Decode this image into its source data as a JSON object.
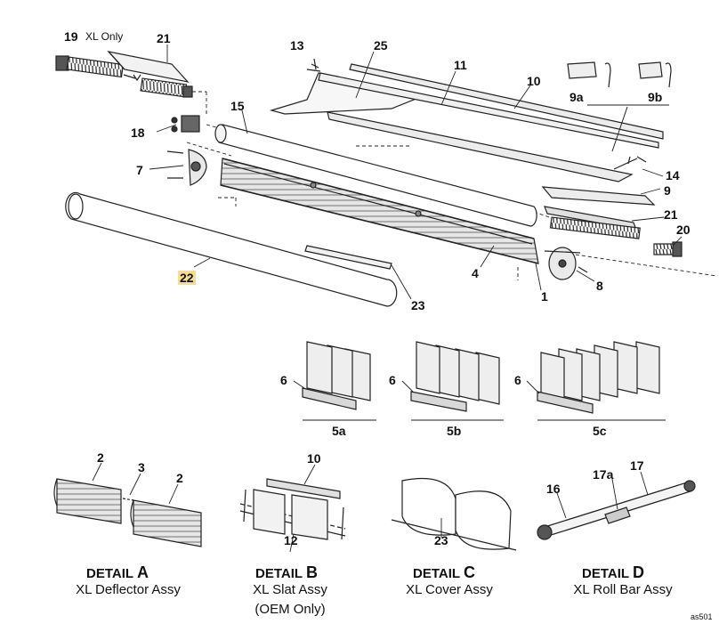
{
  "drawing_code": "as501",
  "highlight_color": "#f6de8c",
  "callouts": {
    "p19": "19",
    "p19_note": "XL Only",
    "p21_top": "21",
    "p13": "13",
    "p25": "25",
    "p11": "11",
    "p10": "10",
    "p9a": "9a",
    "p9b": "9b",
    "p15": "15",
    "p18": "18",
    "p7": "7",
    "p14": "14",
    "p9": "9",
    "p21_right": "21",
    "p20": "20",
    "p22": "22",
    "p4": "4",
    "p8": "8",
    "p23": "23",
    "p1": "1",
    "p6_a": "6",
    "p6_b": "6",
    "p6_c": "6",
    "p5a": "5a",
    "p5b": "5b",
    "p5c": "5c",
    "dA_2a": "2",
    "dA_3": "3",
    "dA_2b": "2",
    "dB_10": "10",
    "dB_12": "12",
    "dC_23": "23",
    "dD_16": "16",
    "dD_17a": "17a",
    "dD_17": "17"
  },
  "details": [
    {
      "word": "DETAIL",
      "letter": "A",
      "line1": "XL Deflector Assy",
      "line2": ""
    },
    {
      "word": "DETAIL",
      "letter": "B",
      "line1": "XL Slat Assy",
      "line2": "(OEM Only)"
    },
    {
      "word": "DETAIL",
      "letter": "C",
      "line1": "XL Cover Assy",
      "line2": ""
    },
    {
      "word": "DETAIL",
      "letter": "D",
      "line1": "XL Roll Bar Assy",
      "line2": ""
    }
  ]
}
